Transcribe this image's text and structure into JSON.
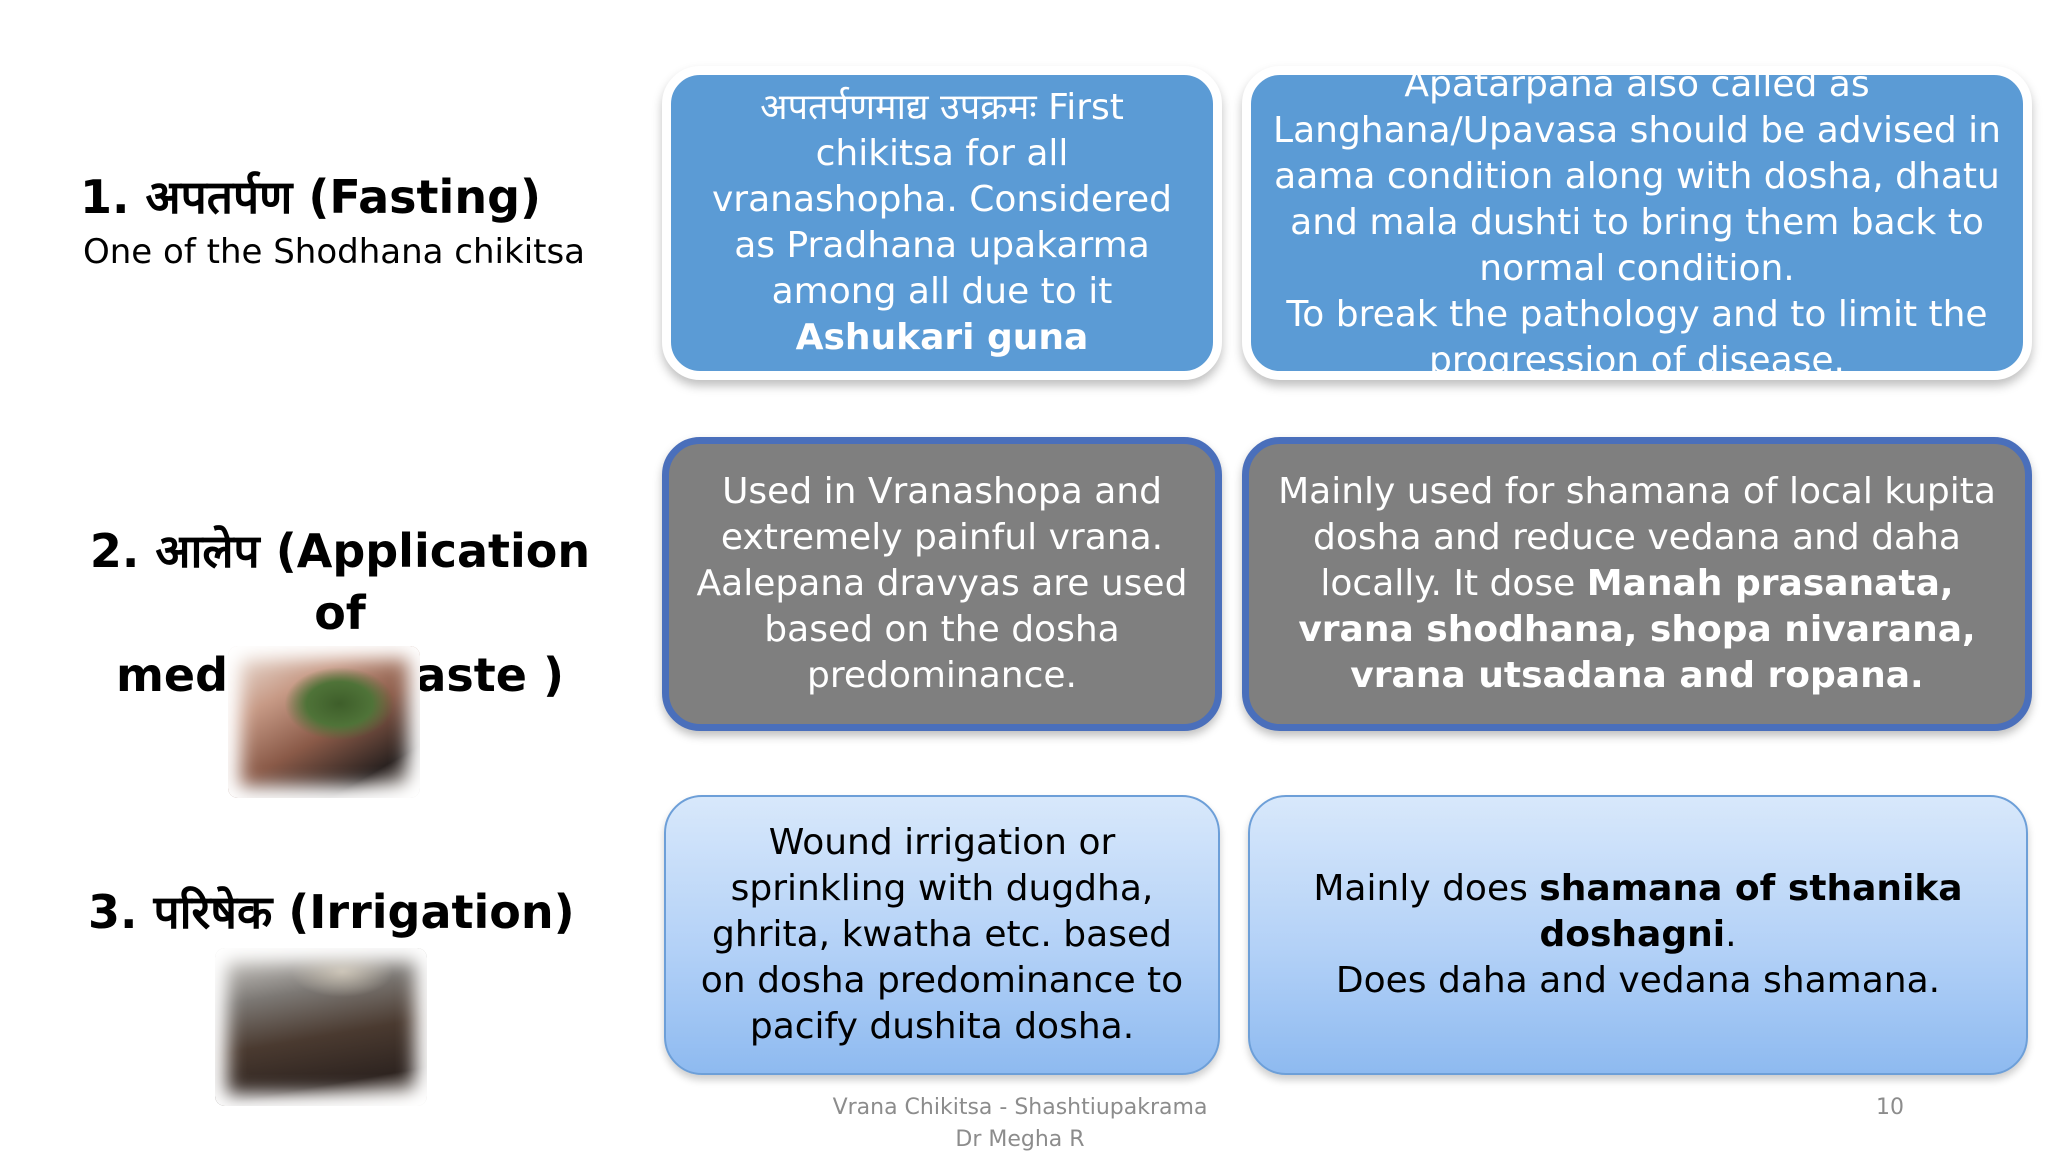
{
  "items": [
    {
      "heading": "1. अपतर्पण (Fasting)",
      "subheading": "One of the Shodhana chikitsa",
      "box_a": {
        "text": "अपतर्पणमाद्य उपक्रमः First chikitsa for all vranashopha. Considered as Pradhana upakarma among all due to it ",
        "bold": "Ashukari guna",
        "tail": ""
      },
      "box_b": {
        "line1": "Apatarpana also called as Langhana/Upavasa should be advised in aama condition along with dosha, dhatu and mala dushti to bring them back to normal condition.",
        "line2": "To break the pathology and to limit the progression of disease."
      }
    },
    {
      "heading_line1": "2. आलेप (Application of",
      "heading_line2": "medicinal paste )",
      "image_alt": "medicinal paste applied on skin",
      "box_a": {
        "text": "Used in Vranashopa and extremely painful vrana. Aalepana dravyas are used based on the dosha predominance."
      },
      "box_b": {
        "text": "Mainly used for shamana of local kupita dosha and reduce vedana and daha locally. It dose ",
        "bold": "Manah prasanata, vrana shodhana, shopa nivarana, vrana utsadana and ropana."
      }
    },
    {
      "heading": "3. परिषेक (Irrigation)",
      "image_alt": "irrigation of wound with liquid",
      "box_a": {
        "text": "Wound irrigation or sprinkling with dugdha, ghrita, kwatha etc. based on dosha predominance to pacify dushita dosha."
      },
      "box_b": {
        "pre": "Mainly does ",
        "bold": "shamana of sthanika doshagni",
        "post": ".",
        "line2": "Does daha and vedana shamana."
      }
    }
  ],
  "footer": {
    "line1": "Vrana Chikitsa - Shashtiupakrama",
    "line2": "Dr Megha R"
  },
  "page_number": "10",
  "colors": {
    "blue_box": "#5b9bd5",
    "gray_box": "#7f7f7f",
    "gray_border": "#4a6fbb",
    "light_box": "#b3d1f7"
  }
}
